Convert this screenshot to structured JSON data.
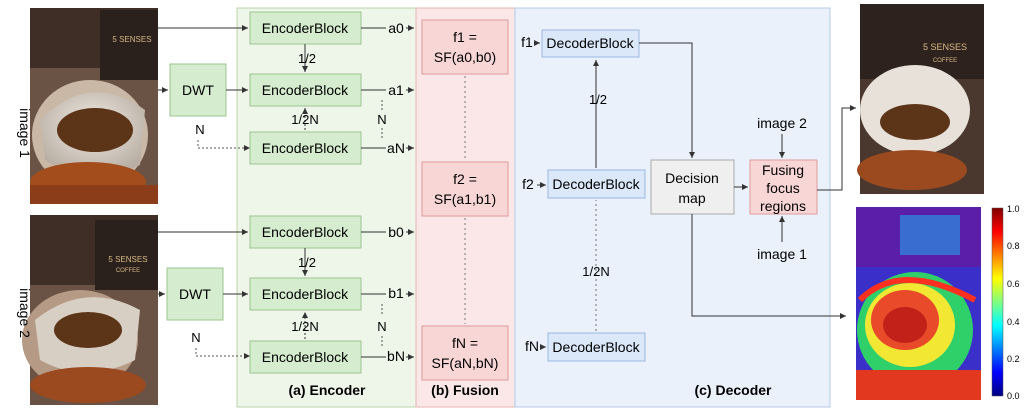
{
  "inputs": {
    "image1_label": "image 1",
    "image2_label": "image 2",
    "brand_line1": "5 SENSES",
    "brand_line2": "COFFEE"
  },
  "encoder": {
    "panel_label": "(a) Encoder",
    "block_label": "EncoderBlock",
    "dwt_label": "DWT",
    "half": "1/2",
    "half_n": "1/2N",
    "n_label": "N",
    "outputs_a": [
      "a0",
      "a1",
      "aN"
    ],
    "outputs_b": [
      "b0",
      "b1",
      "bN"
    ]
  },
  "fusion": {
    "panel_label": "(b) Fusion",
    "boxes": [
      {
        "line1": "f1 =",
        "line2": "SF(a0,b0)"
      },
      {
        "line1": "f2 =",
        "line2": "SF(a1,b1)"
      },
      {
        "line1": "fN =",
        "line2": "SF(aN,bN)"
      }
    ]
  },
  "decoder": {
    "panel_label": "(c) Decoder",
    "block_label": "DecoderBlock",
    "inputs": [
      "f1",
      "f2",
      "fN"
    ],
    "half": "1/2",
    "half_n": "1/2N",
    "decision_map": [
      "Decision",
      "map"
    ],
    "fusing": [
      "Fusing",
      "focus",
      "regions"
    ],
    "image1_label": "image 1",
    "image2_label": "image 2"
  },
  "colorbar": {
    "ticks": [
      "1.0",
      "0.8",
      "0.6",
      "0.4",
      "0.2",
      "0.0"
    ],
    "colormap": "jet"
  },
  "colors": {
    "encoder_bg": "#eef5e9",
    "fusion_bg": "#fbe7e7",
    "decoder_bg": "#eaf1fb",
    "enc_box": "#d5ecce",
    "dec_box": "#dae8fa",
    "fus_box": "#f9d6d6"
  }
}
